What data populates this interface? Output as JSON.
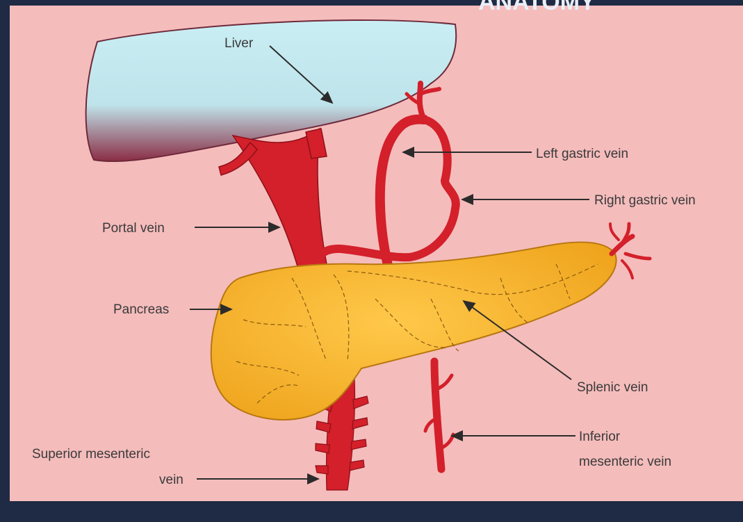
{
  "header": {
    "fragment_text": "ANATOMY"
  },
  "diagram": {
    "labels": {
      "liver": "Liver",
      "left_gastric_vein": "Left gastric vein",
      "right_gastric_vein": "Right gastric vein",
      "portal_vein": "Portal vein",
      "pancreas": "Pancreas",
      "splenic_vein": "Splenic vein",
      "superior_mesenteric_line1": "Superior mesenteric",
      "superior_mesenteric_line2": "vein",
      "inferior_mesenteric_line1": "Inferior",
      "inferior_mesenteric_line2": "mesenteric vein"
    }
  },
  "colors": {
    "background_frame": "#1f2a44",
    "panel": "#f5bcbc",
    "liver": "#bfe3ea",
    "vein": "#d3202a",
    "pancreas": "#f7b22b",
    "pancreas_lines": "#8a5a10",
    "label_text": "#3a3a3a"
  }
}
